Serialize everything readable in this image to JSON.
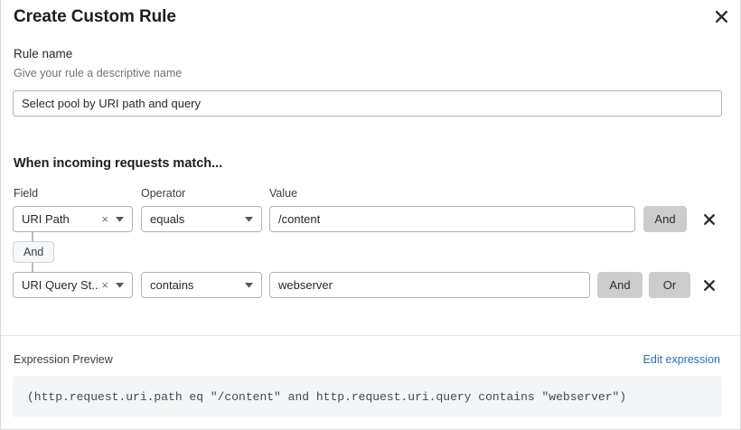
{
  "dialog": {
    "title": "Create Custom Rule",
    "close_icon": "close-icon"
  },
  "rule_name": {
    "label": "Rule name",
    "help_text": "Give your rule a descriptive name",
    "value": "Select pool by URI path and query",
    "placeholder": ""
  },
  "match_section": {
    "heading": "When incoming requests match...",
    "columns": {
      "field": "Field",
      "operator": "Operator",
      "value": "Value"
    },
    "connector": {
      "label": "And"
    },
    "rows": [
      {
        "field": "URI Path",
        "field_clear_icon": "close-small-icon",
        "field_caret_icon": "chevron-down-icon",
        "operator": "equals",
        "operator_caret_icon": "chevron-down-icon",
        "value": "/content",
        "value_placeholder": "",
        "and_label": "And",
        "or_label": "",
        "remove_icon": "close-icon"
      },
      {
        "field": "URI Query St...",
        "field_clear_icon": "close-small-icon",
        "field_caret_icon": "chevron-down-icon",
        "operator": "contains",
        "operator_caret_icon": "chevron-down-icon",
        "value": "webserver",
        "value_placeholder": "",
        "and_label": "And",
        "or_label": "Or",
        "remove_icon": "close-icon"
      }
    ]
  },
  "preview": {
    "label": "Expression Preview",
    "edit_link": "Edit expression",
    "expression": "(http.request.uri.path eq \"/content\" and http.request.uri.query contains \"webserver\")"
  },
  "colors": {
    "link": "#2a73b5",
    "button_gray": "#cccccc",
    "border": "#b0b4b8",
    "preview_bg": "#f4f5f6"
  }
}
